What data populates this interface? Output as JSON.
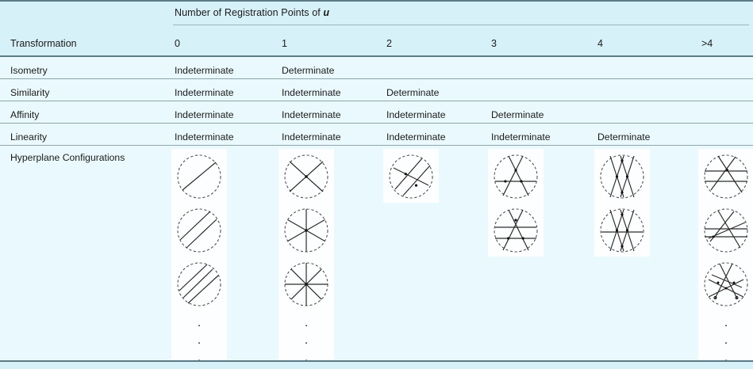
{
  "table": {
    "group_header": {
      "prefix": "Number of Registration Points of ",
      "symbol": "u"
    },
    "stub_header": "Transformation",
    "column_headers": [
      "0",
      "1",
      "2",
      "3",
      "4",
      ">4"
    ],
    "rows": [
      {
        "label": "Isometry",
        "cells": [
          "Indeterminate",
          "Determinate",
          "",
          "",
          "",
          ""
        ]
      },
      {
        "label": "Similarity",
        "cells": [
          "Indeterminate",
          "Indeterminate",
          "Determinate",
          "",
          "",
          ""
        ]
      },
      {
        "label": "Affinity",
        "cells": [
          "Indeterminate",
          "Indeterminate",
          "Indeterminate",
          "Determinate",
          "",
          ""
        ]
      },
      {
        "label": "Linearity",
        "cells": [
          "Indeterminate",
          "Indeterminate",
          "Indeterminate",
          "Indeterminate",
          "Determinate",
          ""
        ]
      }
    ],
    "figure_row_label": "Hyperplane Configurations",
    "ellipsis_glyph": "·",
    "figure_columns": [
      {
        "column": "0",
        "description": "parallel hyperplanes, no intersection points",
        "figures": [
          "1 line",
          "2 parallel lines",
          "3 parallel lines"
        ],
        "has_ellipsis": true
      },
      {
        "column": "1",
        "description": "concurrent hyperplanes through one common point",
        "figures": [
          "2 concurrent lines",
          "3 concurrent lines",
          "4 concurrent lines"
        ],
        "has_ellipsis": true
      },
      {
        "column": "2",
        "description": "three lines meeting in two points",
        "figures": [
          "3 lines, 2 intersections"
        ],
        "has_ellipsis": false
      },
      {
        "column": "3",
        "description": "three lines in general position forming a triangle",
        "figures": [
          "3 lines triangle",
          "4 lines, 3 intersections"
        ],
        "has_ellipsis": false
      },
      {
        "column": "4",
        "description": "four lines with four intersection points",
        "figures": [
          "4 lines, 4 intersections",
          "5 lines, 4 intersections"
        ],
        "has_ellipsis": false
      },
      {
        "column": ">4",
        "description": "lines in general position, more than four intersections",
        "figures": [
          "4 lines general position",
          "5 lines general position",
          "5 lines general position alt"
        ],
        "has_ellipsis": true
      }
    ]
  },
  "colors": {
    "page_background": "#d7f1f9",
    "row_band": "#eaf9fd",
    "figure_panel": "#fdfeff",
    "rule_heavy": "#5d7b84",
    "rule_thin": "#8ea6ad",
    "text": "#1b1b1b",
    "line_stroke": "#2b2b2b",
    "circle_stroke": "#555555"
  }
}
